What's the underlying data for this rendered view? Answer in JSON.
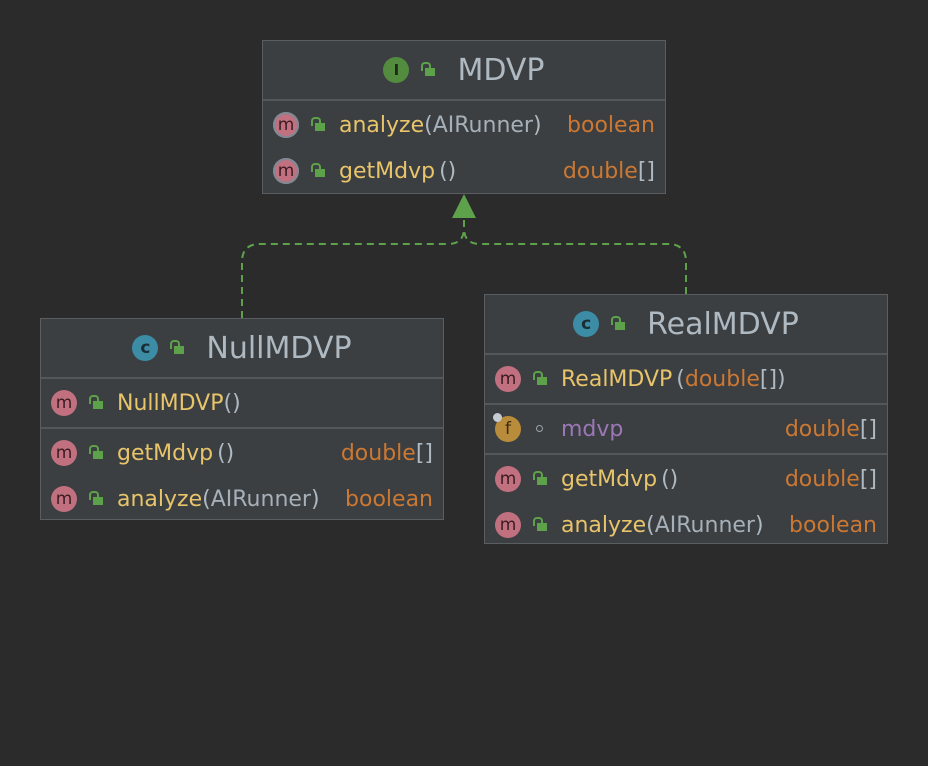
{
  "colors": {
    "background": "#2b2b2b",
    "box_fill": "#3c3f41",
    "method_name": "#e8c46a",
    "return_type": "#cc7832",
    "field_name": "#9b77b8",
    "edge": "#5da24a"
  },
  "classes": {
    "mdvp": {
      "kind_letter": "I",
      "name": "MDVP",
      "methods": [
        {
          "icon": "abstract-method-icon",
          "letter": "m",
          "name": "analyze",
          "open": "(",
          "param": "AIRunner",
          "close": ")",
          "return_type": "boolean",
          "return_suffix": ""
        },
        {
          "icon": "abstract-method-icon",
          "letter": "m",
          "name": "getMdvp",
          "open": "(",
          "param": "",
          "close": ")",
          "return_type": "double",
          "return_suffix": "[]"
        }
      ]
    },
    "null_mdvp": {
      "kind_letter": "c",
      "name": "NullMDVP",
      "constructor": {
        "letter": "m",
        "name": "NullMDVP",
        "open": "(",
        "close": ")"
      },
      "methods": [
        {
          "letter": "m",
          "name": "getMdvp",
          "open": "(",
          "param": "",
          "close": ")",
          "return_type": "double",
          "return_suffix": "[]"
        },
        {
          "letter": "m",
          "name": "analyze",
          "open": "(",
          "param": "AIRunner",
          "close": ")",
          "return_type": "boolean",
          "return_suffix": ""
        }
      ]
    },
    "real_mdvp": {
      "kind_letter": "c",
      "name": "RealMDVP",
      "constructor": {
        "letter": "m",
        "name": "RealMDVP",
        "open": "(",
        "param_type": "double",
        "param_suffix": "[]",
        "close": ")"
      },
      "field": {
        "letter": "f",
        "name": "mdvp",
        "type": "double",
        "type_suffix": "[]"
      },
      "methods": [
        {
          "letter": "m",
          "name": "getMdvp",
          "open": "(",
          "param": "",
          "close": ")",
          "return_type": "double",
          "return_suffix": "[]"
        },
        {
          "letter": "m",
          "name": "analyze",
          "open": "(",
          "param": "AIRunner",
          "close": ")",
          "return_type": "boolean",
          "return_suffix": ""
        }
      ]
    }
  },
  "relations": [
    {
      "type": "implements",
      "from": "NullMDVP",
      "to": "MDVP"
    },
    {
      "type": "implements",
      "from": "RealMDVP",
      "to": "MDVP"
    }
  ]
}
